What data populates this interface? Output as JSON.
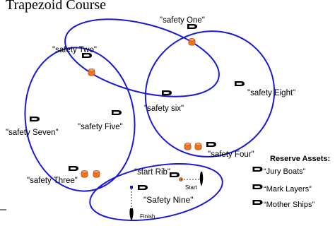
{
  "title": "Trapezoid Course",
  "colors": {
    "zone_outline": "#1a1ad6",
    "buoy": "#f07522",
    "boat": "#000000"
  },
  "icons": {
    "boat": "boat-icon",
    "buoy": "orange-buoy-icon",
    "finish_pin": "finish-pin-icon",
    "start_pin": "start-pin-icon"
  },
  "zones": [
    {
      "name": "top-center"
    },
    {
      "name": "left"
    },
    {
      "name": "right"
    },
    {
      "name": "bottom-start-finish"
    }
  ],
  "positions": {
    "safety_one": "\"safety One\"",
    "safety_two": "\"safety Two\"",
    "safety_three": "\"safety Three\"",
    "safety_four": "\"safety Four\"",
    "safety_five": "\"safety Five\"",
    "safety_six": "\"safety six\"",
    "safety_seven": "\"safety Seven\"",
    "safety_eight": "\"safety Eight\"",
    "safety_nine": "\"Safety Nine\"",
    "start_rib": "\"start Rib\""
  },
  "markers": {
    "start": "Start",
    "finish": "Finish"
  },
  "legend": {
    "title": "Reserve Assets:",
    "items": [
      {
        "label": "“Jury Boats”"
      },
      {
        "label": "“Mark Layers”"
      },
      {
        "label": "“Mother Ships”"
      }
    ]
  }
}
